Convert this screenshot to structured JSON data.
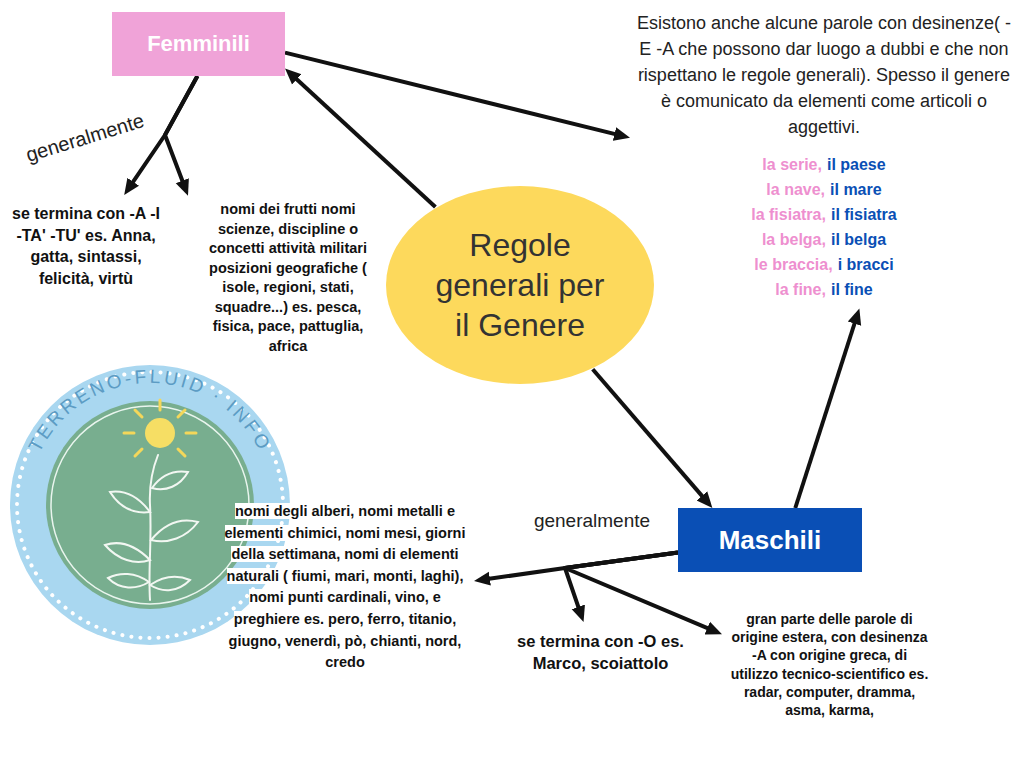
{
  "diagram": {
    "nodes": [
      {
        "text": [
          "Femminili"
        ]
      },
      {
        "text": [
          "Esistono anche alcune parole con desinenze( -E -A che possono dar luogo a dubbi e che non rispettano le regole generali). Spesso il genere è comunicato da elementi come articoli o aggettivi.",
          "la serie,",
          "il paese",
          "la nave,",
          "il mare",
          "la fisiatra,",
          "il fisiatra",
          "la belga,",
          "il belga",
          "le braccia,",
          "i bracci",
          "la fine,",
          "il fine"
        ]
      },
      {
        "text": [
          "se termina con -A -I -TA' -TU' es. Anna, gatta, sintassi, felicità, virtù"
        ]
      },
      {
        "text": [
          "nomi dei frutti nomi scienze, discipline o concetti attività militari posizioni geografiche ( isole, regioni, stati, squadre...) es. pesca, fisica, pace, pattuglia, africa"
        ]
      },
      {
        "text": [
          "Regole generali per il Genere"
        ]
      },
      {
        "text": [
          "Maschili"
        ]
      },
      {
        "text": [
          "nomi degli alberi, nomi metalli e elementi chimici, nomi mesi, giorni della settimana, nomi di elementi naturali ( fiumi, mari, monti, laghi), nomi punti cardinali, vino, e preghiere es. pero, ferro, titanio, giugno, venerdì, pò, chianti, nord, credo"
        ]
      },
      {
        "text": [
          "se termina con -O es. Marco, scoiattolo"
        ]
      },
      {
        "text": [
          "gran parte delle parole di origine estera, con desinenza -A con origine greca, di utilizzo tecnico-scientifico es. radar, computer, dramma, asma, karma,"
        ]
      }
    ],
    "edges": [
      {
        "from": 4,
        "to": 0,
        "arrow": "to"
      },
      {
        "from": 4,
        "to": 5,
        "arrow": "to"
      },
      {
        "from": 0,
        "to": 2,
        "arrow": "to"
      },
      {
        "from": 0,
        "to": 3,
        "arrow": "to"
      },
      {
        "from": 0,
        "to": 1,
        "arrow": "to"
      },
      {
        "from": 5,
        "to": 6,
        "arrow": "to"
      },
      {
        "from": 5,
        "to": 7,
        "arrow": "to"
      },
      {
        "from": 5,
        "to": 8,
        "arrow": "to"
      },
      {
        "from": 5,
        "to": 1,
        "arrow": "to"
      }
    ],
    "labels": [
      "generalmente",
      "generalmente",
      "TERRENO-FLUID · INFO"
    ]
  }
}
